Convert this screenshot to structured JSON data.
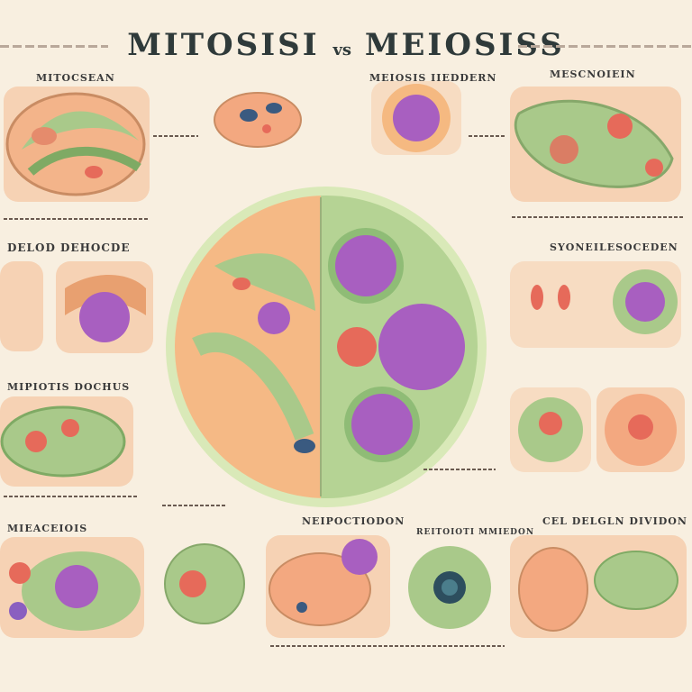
{
  "title": {
    "left": "MITOSISI",
    "vs": "vs",
    "right": "MEIOSISS"
  },
  "sections": {
    "top_left": "MITOCSEAN",
    "top_mid": "MEIOSIS  IIEDDERN",
    "top_right": "MESCNOIEIN",
    "mid_left": "DELOD DEHOCDE",
    "mid_right": "SYONEILESOCEDEN",
    "mid_left2": "MIPIOTIS  DOCHUS",
    "bottom_left": "MIEACEIOIS",
    "bottom_mid": "NEIPOCTIODON",
    "bottom_mid2": "REITOIOTI  MMIEDON",
    "bottom_right": "CEL DELGLN DIVIDON"
  },
  "colors": {
    "background": "#f8efe0",
    "peach": "#f6c49a",
    "green": "#a9c98a",
    "purple": "#a85fc0",
    "red": "#e66a5a"
  }
}
